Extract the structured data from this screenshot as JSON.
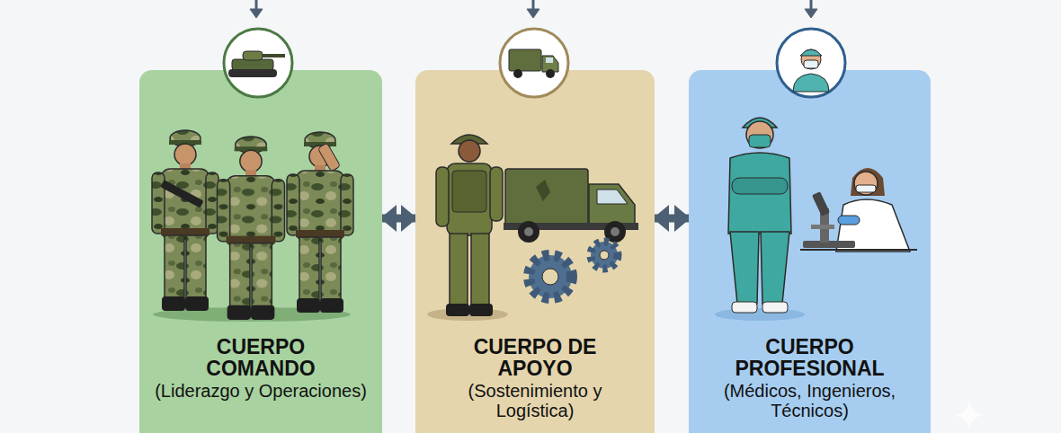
{
  "diagram": {
    "nodes": [
      {
        "text": [
          "CUERPO COMANDO",
          "(Liderazgo y Operaciones)"
        ]
      },
      {
        "text": [
          "CUERPO DE APOYO",
          "(Sostenimiento y Logística)"
        ]
      },
      {
        "text": [
          "CUERPO PROFESIONAL",
          "(Médicos, Ingenieros, Técnicos)"
        ]
      }
    ],
    "edges": [
      {
        "from": 0,
        "to": 1,
        "arrow": "both"
      },
      {
        "from": 1,
        "to": 2,
        "arrow": "both"
      }
    ]
  }
}
